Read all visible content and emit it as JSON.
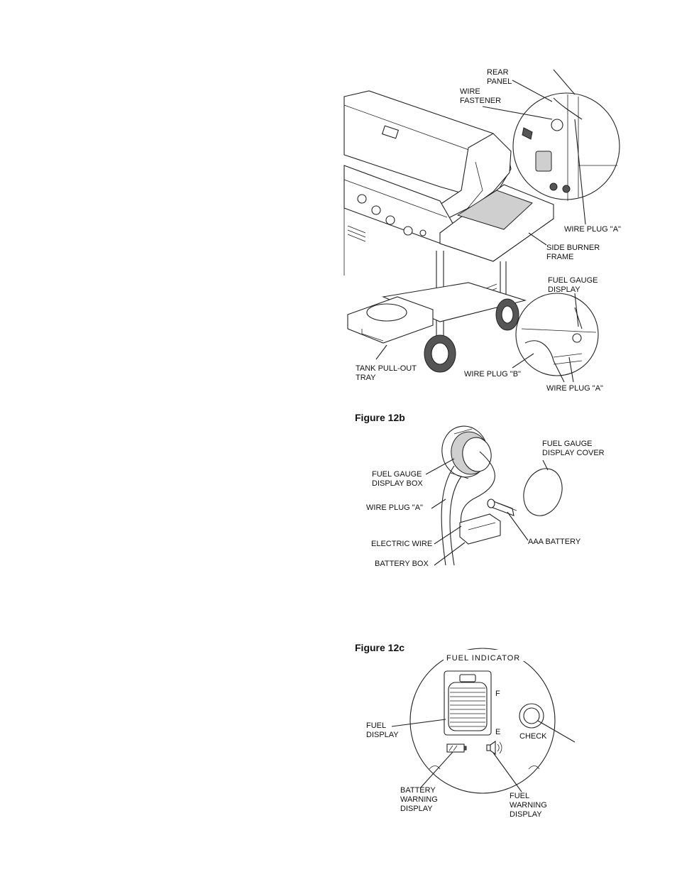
{
  "fig12a": {
    "labels": {
      "rear_panel": "REAR\nPANEL",
      "wire_fastener": "WIRE\nFASTENER",
      "wire_plug_a_top": "WIRE PLUG \"A\"",
      "side_burner_frame": "SIDE BURNER\nFRAME",
      "fuel_gauge_display": "FUEL GAUGE\nDISPLAY",
      "tank_pull_out_tray": "TANK PULL-OUT\nTRAY",
      "wire_plug_b": "WIRE PLUG \"B\"",
      "wire_plug_a_bottom": "WIRE PLUG \"A\""
    }
  },
  "fig12b": {
    "caption": "Figure  12b",
    "labels": {
      "fuel_gauge_display_box": "FUEL GAUGE\nDISPLAY BOX",
      "wire_plug_a": "WIRE  PLUG \"A\"",
      "electric_wire": "ELECTRIC WIRE",
      "battery_box": "BATTERY BOX",
      "fuel_gauge_display_cover": "FUEL GAUGE\nDISPLAY COVER",
      "aaa_battery": "AAA  BATTERY"
    }
  },
  "fig12c": {
    "caption": "Figure  12c",
    "title": "FUEL INDICATOR",
    "full_mark": "F",
    "empty_mark": "E",
    "check_label": "CHECK",
    "labels": {
      "fuel_display": "FUEL\nDISPLAY",
      "battery_warning_display": "BATTERY\nWARNING\nDISPLAY",
      "fuel_warning_display": "FUEL\nWARNING\nDISPLAY"
    }
  }
}
